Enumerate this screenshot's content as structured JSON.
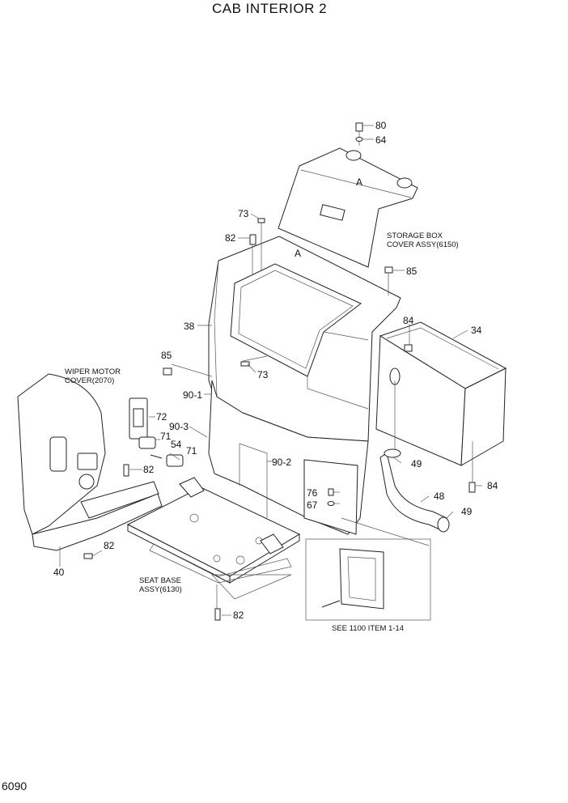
{
  "title": "CAB INTERIOR 2",
  "page_number": "6090",
  "notes": {
    "storage_box": [
      "STORAGE BOX",
      "COVER ASSY(6150)"
    ],
    "wiper_motor": [
      "WIPER MOTOR",
      "COVER(2070)"
    ],
    "seat_base": [
      "SEAT BASE",
      "ASSY(6130)"
    ],
    "see_ref": "SEE 1100 ITEM 1-14",
    "ref_a_top": "A",
    "ref_a_panel": "A"
  },
  "callouts": [
    "80",
    "64",
    "73",
    "82",
    "85",
    "38",
    "84",
    "34",
    "85",
    "73",
    "90-1",
    "72",
    "90-3",
    "71",
    "54",
    "71",
    "82",
    "90-2",
    "49",
    "76",
    "67",
    "48",
    "84",
    "49",
    "82",
    "40",
    "82"
  ]
}
